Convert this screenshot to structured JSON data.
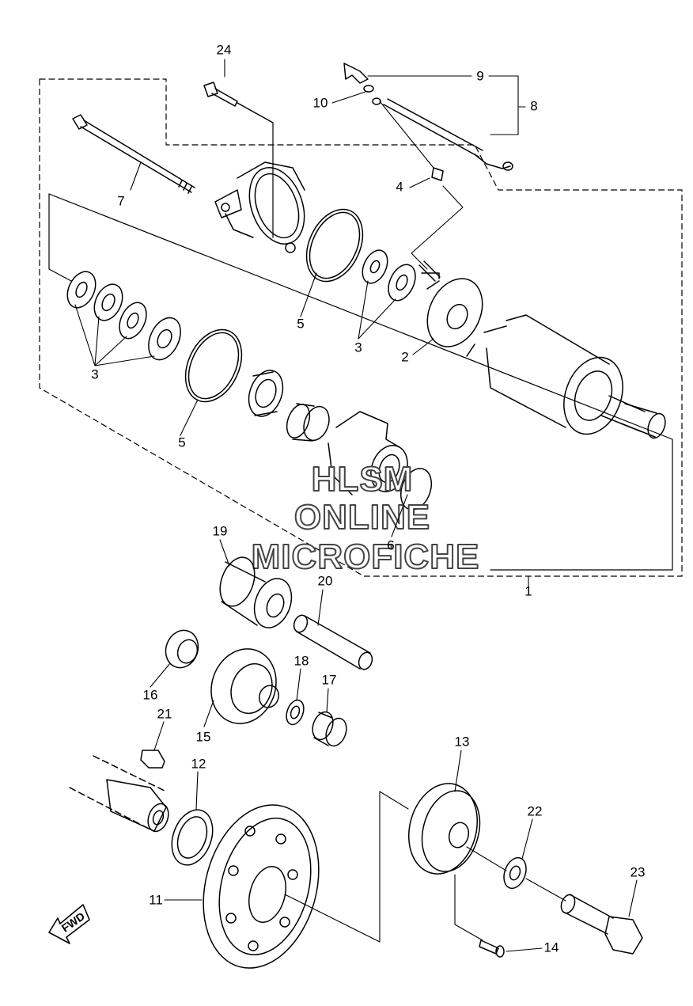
{
  "labels": {
    "p1": "1",
    "p2": "2",
    "p3a": "3",
    "p3b": "3",
    "p4": "4",
    "p5a": "5",
    "p5b": "5",
    "p6": "6",
    "p7": "7",
    "p8": "8",
    "p9": "9",
    "p10": "10",
    "p11": "11",
    "p12": "12",
    "p13": "13",
    "p14": "14",
    "p15": "15",
    "p16": "16",
    "p17": "17",
    "p18": "18",
    "p19": "19",
    "p20": "20",
    "p21": "21",
    "p22": "22",
    "p23": "23",
    "p24": "24"
  },
  "watermark": {
    "line1": "HLSM",
    "line2": "ONLINE",
    "line3": "MICROFICHE"
  },
  "fwd_arrow": {
    "text": "FWD"
  },
  "colors": {
    "line": "#000000",
    "watermark_stroke": "#444444"
  }
}
